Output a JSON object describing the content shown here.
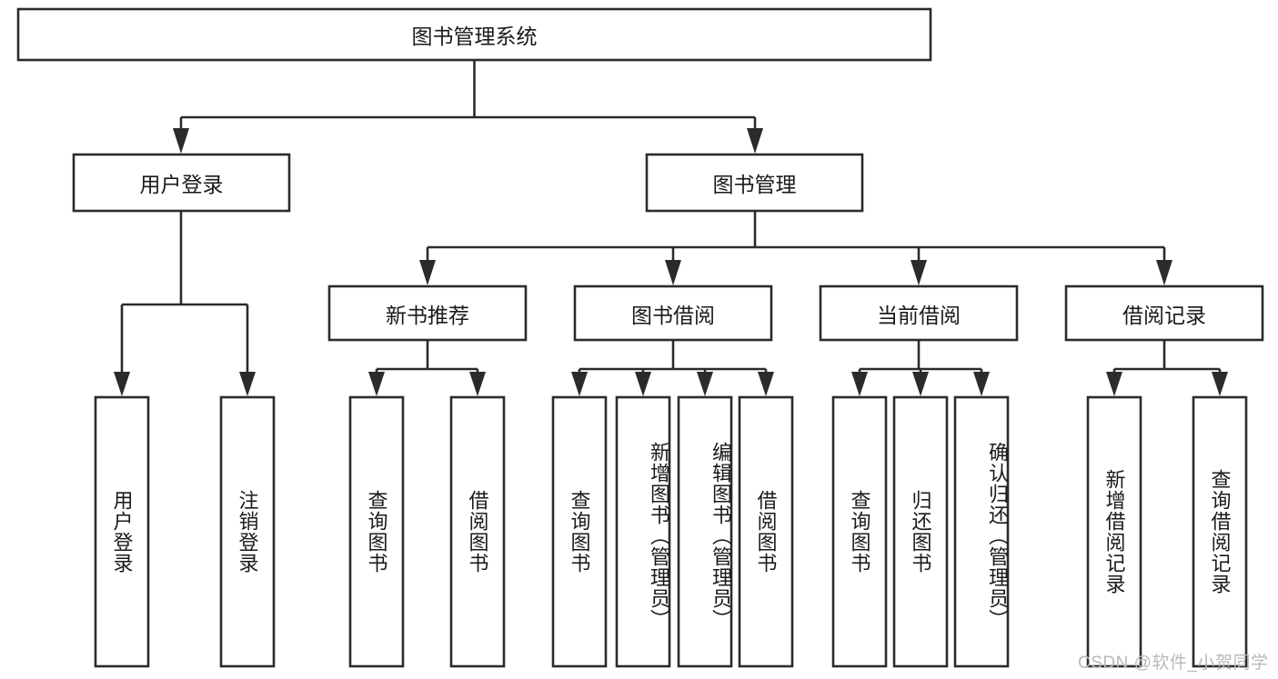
{
  "diagram": {
    "type": "tree-hierarchy-chart",
    "title": "图书管理系统",
    "background_color": "#ffffff",
    "line_color": "#2b2b2b",
    "text_color": "#1a1a1a",
    "watermark": "CSDN @软件_小贺同学",
    "levels": [
      {
        "level": 1,
        "nodes": [
          {
            "id": "root",
            "label": "图书管理系统",
            "orientation": "horizontal"
          }
        ]
      },
      {
        "level": 2,
        "nodes": [
          {
            "id": "login",
            "label": "用户登录",
            "orientation": "horizontal",
            "parent": "root"
          },
          {
            "id": "bookmgmt",
            "label": "图书管理",
            "orientation": "horizontal",
            "parent": "root"
          }
        ]
      },
      {
        "level": 3,
        "nodes": [
          {
            "id": "newbook",
            "label": "新书推荐",
            "orientation": "horizontal",
            "parent": "bookmgmt"
          },
          {
            "id": "borrow",
            "label": "图书借阅",
            "orientation": "horizontal",
            "parent": "bookmgmt"
          },
          {
            "id": "current",
            "label": "当前借阅",
            "orientation": "horizontal",
            "parent": "bookmgmt"
          },
          {
            "id": "records",
            "label": "借阅记录",
            "orientation": "horizontal",
            "parent": "bookmgmt"
          }
        ]
      },
      {
        "level": 4,
        "nodes": [
          {
            "id": "leaf-1",
            "label": "用户登录",
            "orientation": "vertical",
            "parent": "login"
          },
          {
            "id": "leaf-2",
            "label": "注销登录",
            "orientation": "vertical",
            "parent": "login"
          },
          {
            "id": "leaf-3",
            "label": "查询图书",
            "orientation": "vertical",
            "parent": "newbook"
          },
          {
            "id": "leaf-4",
            "label": "借阅图书",
            "orientation": "vertical",
            "parent": "newbook"
          },
          {
            "id": "leaf-5",
            "label": "查询图书",
            "orientation": "vertical",
            "parent": "borrow"
          },
          {
            "id": "leaf-6",
            "label": "新增图书（管理员）",
            "orientation": "vertical",
            "parent": "borrow"
          },
          {
            "id": "leaf-7",
            "label": "编辑图书（管理员）",
            "orientation": "vertical",
            "parent": "borrow"
          },
          {
            "id": "leaf-8",
            "label": "借阅图书",
            "orientation": "vertical",
            "parent": "borrow"
          },
          {
            "id": "leaf-9",
            "label": "查询图书",
            "orientation": "vertical",
            "parent": "current"
          },
          {
            "id": "leaf-10",
            "label": "归还图书",
            "orientation": "vertical",
            "parent": "current"
          },
          {
            "id": "leaf-11",
            "label": "确认归还（管理员）",
            "orientation": "vertical",
            "parent": "current"
          },
          {
            "id": "leaf-12",
            "label": "新增借阅记录",
            "orientation": "vertical",
            "parent": "records"
          },
          {
            "id": "leaf-13",
            "label": "查询借阅记录",
            "orientation": "vertical",
            "parent": "records"
          }
        ]
      }
    ]
  }
}
